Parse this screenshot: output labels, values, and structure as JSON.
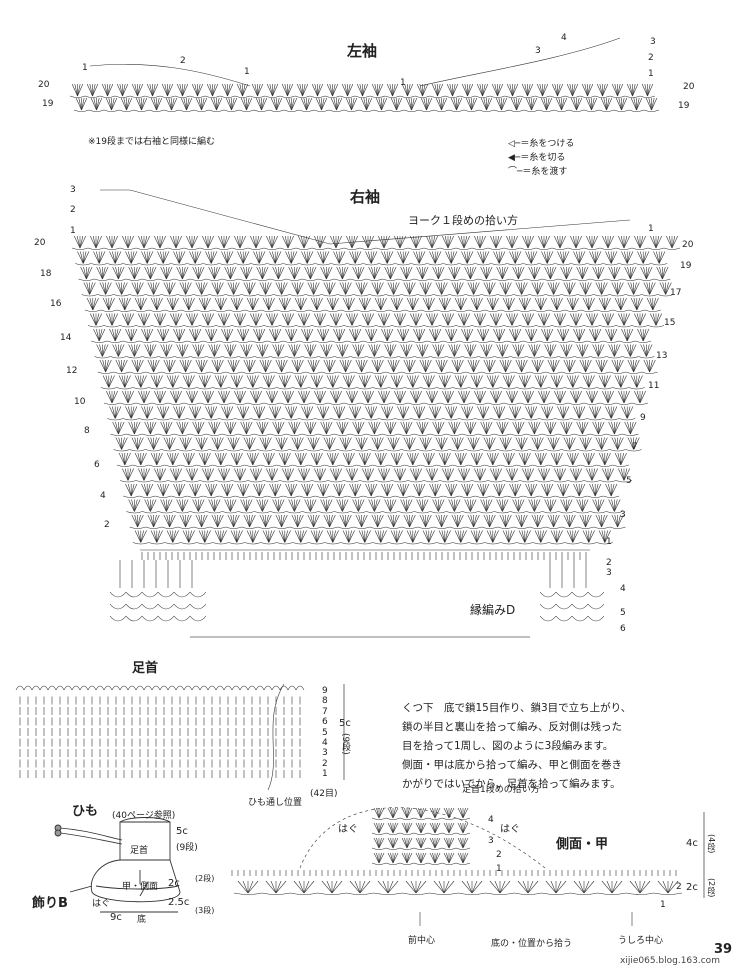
{
  "left_sleeve": {
    "title": "左袖",
    "note": "※19段までは右袖と同様に編む",
    "rows_left": [
      "20",
      "19",
      "1",
      "2",
      "1"
    ],
    "rows_right": [
      "4",
      "3",
      "1",
      "3",
      "2",
      "1",
      "20",
      "19"
    ]
  },
  "legend": [
    {
      "icon": "attach-yarn-icon",
      "label": "＝糸をつける"
    },
    {
      "icon": "cut-yarn-icon",
      "label": "＝糸を切る"
    },
    {
      "icon": "carry-yarn-icon",
      "label": "＝糸を渡す"
    }
  ],
  "right_sleeve": {
    "title": "右袖",
    "yoke_label": "ヨーク１段めの拾い方",
    "rows_left": [
      "3",
      "2",
      "1",
      "20",
      "18",
      "16",
      "14",
      "12",
      "10",
      "8",
      "6",
      "4",
      "2"
    ],
    "rows_right": [
      "1",
      "20",
      "19",
      "17",
      "15",
      "13",
      "11",
      "9",
      "7",
      "5",
      "3",
      "1",
      "2",
      "3",
      "4",
      "5",
      "6"
    ],
    "edging_label": "縁編みD"
  },
  "ankle": {
    "title": "足首",
    "rows": [
      "9",
      "8",
      "7",
      "6",
      "5",
      "4",
      "3",
      "2",
      "1"
    ],
    "dim_5c": "5c",
    "dim_rows": "(9段)",
    "stitch_count": "(42目)",
    "cord_label": "ひも通し位置"
  },
  "instructions": {
    "heading": "くつ下",
    "text": "底で鎖15目作り、鎖3目で立ち上がり、\n鎖の半目と裏山を拾って編み、反対側は残った\n目を拾って1周し、図のように3段編みます。\n側面・甲は底から拾って編み、甲と側面を巻き\nかがりではいでから、足首を拾って編みます。"
  },
  "shoe": {
    "himo": "ひも",
    "himo_ref": "(40ページ参照)",
    "ankle": "足首",
    "side_instep": "甲・側面",
    "hagu": "はぐ",
    "sole": "底",
    "decor": "飾りB",
    "dim_5c": "5c",
    "dim_9": "(9段)",
    "dim_2c": "2c",
    "dim_2": "(2段)",
    "dim_25c": "2.5c",
    "dim_3": "(3段)",
    "dim_9c": "9c"
  },
  "side": {
    "ankle_pickup": "足首1段めの拾い方",
    "title": "側面・甲",
    "hagu1": "はぐ",
    "hagu2": "はぐ",
    "rows_center": [
      "4",
      "3",
      "2",
      "1"
    ],
    "row_right_2": "2",
    "row_right_1": "1",
    "dim_4c": "4c",
    "dim_4": "(4段)",
    "dim_2c": "2c",
    "dim_2": "(2段)",
    "front_center": "前中心",
    "sole_pickup": "底の・位置から拾う",
    "back_center": "うしろ中心"
  },
  "footer": {
    "page_number": "39",
    "site": "xijie065.blog.163.com"
  }
}
